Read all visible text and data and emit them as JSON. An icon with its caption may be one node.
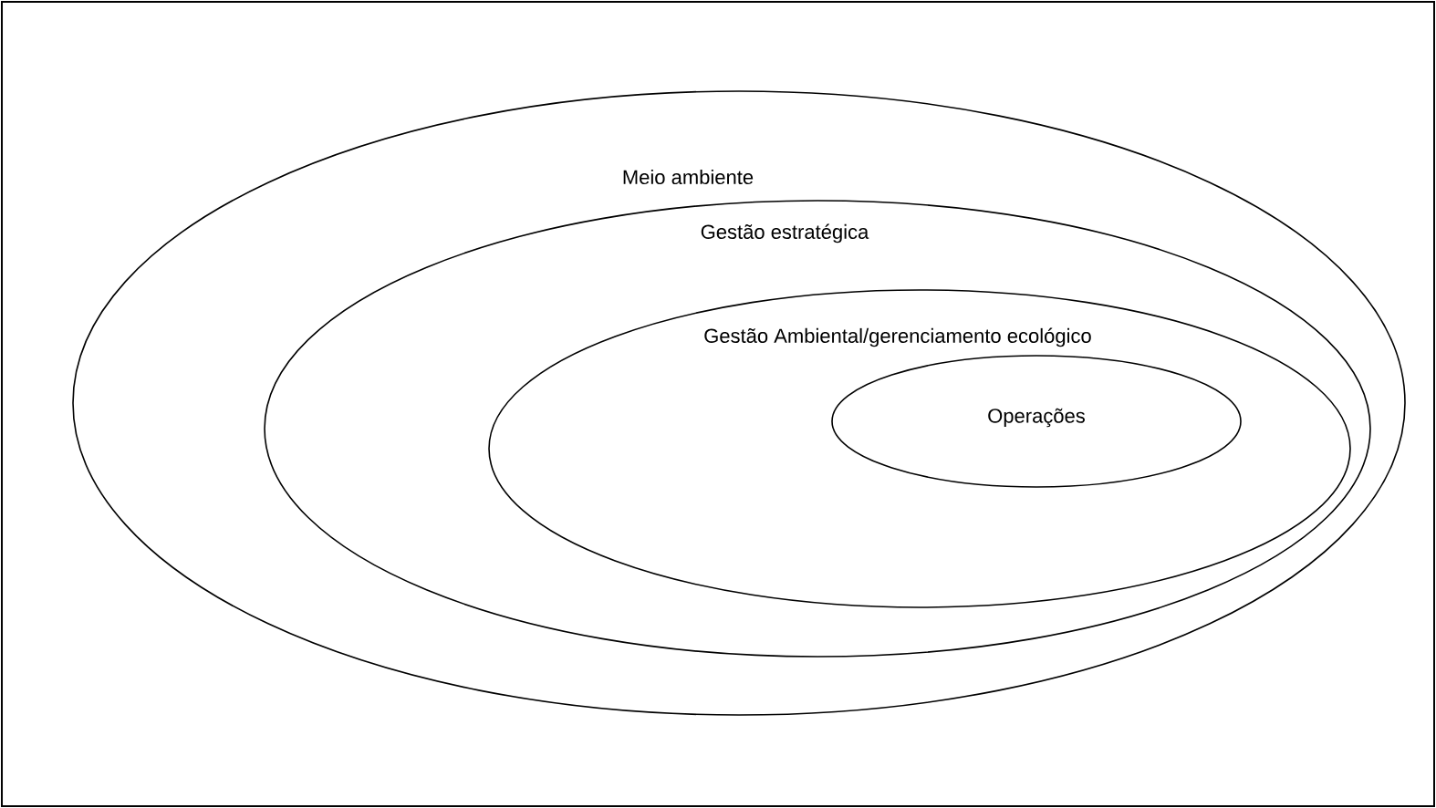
{
  "diagram": {
    "nodes": [
      {
        "text": [
          "Meio ambiente"
        ]
      },
      {
        "text": [
          "Gestão estratégica"
        ],
        "in": 0
      },
      {
        "text": [
          "Gestão Ambiental/gerenciamento ecológico"
        ],
        "in": 1
      },
      {
        "text": [
          "Operações"
        ],
        "in": 2
      }
    ]
  }
}
